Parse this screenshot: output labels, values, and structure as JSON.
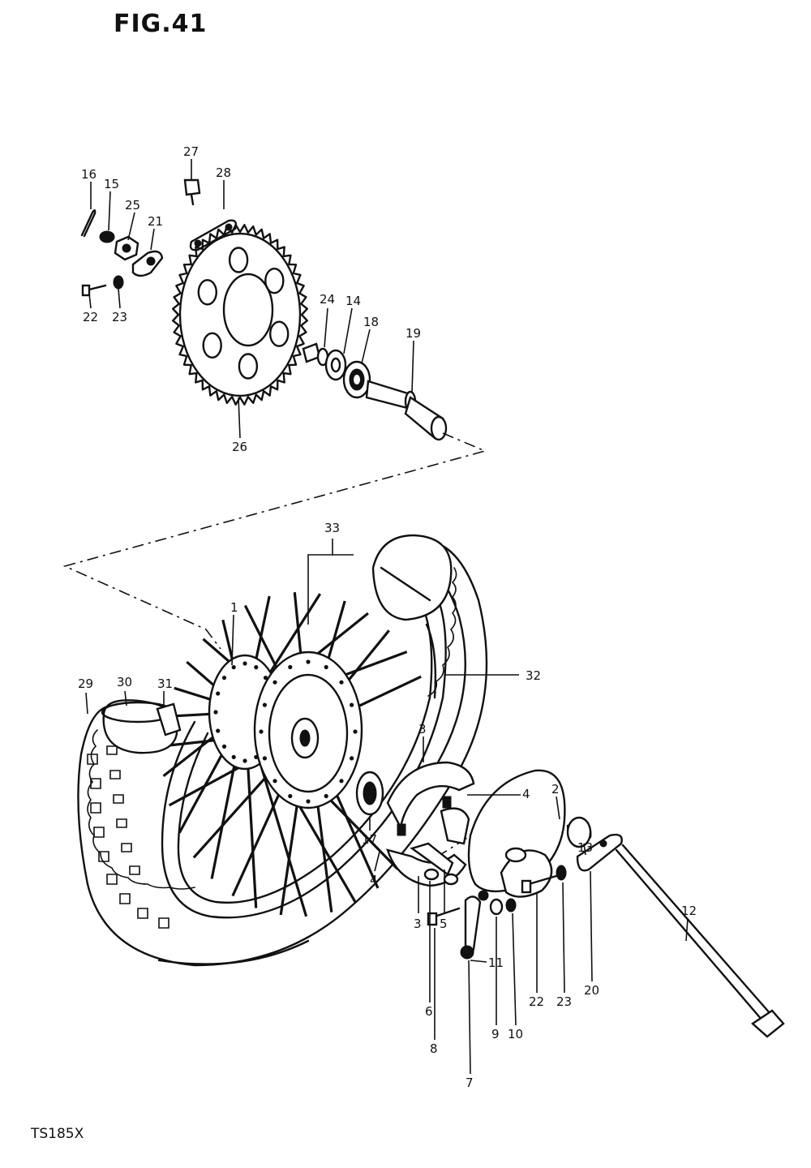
{
  "figure": {
    "title": "FIG.41",
    "model_code": "TS185X"
  },
  "callouts": [
    {
      "id": "c16",
      "label": "16"
    },
    {
      "id": "c15",
      "label": "15"
    },
    {
      "id": "c25",
      "label": "25"
    },
    {
      "id": "c21",
      "label": "21"
    },
    {
      "id": "c22a",
      "label": "22"
    },
    {
      "id": "c23a",
      "label": "23"
    },
    {
      "id": "c27",
      "label": "27"
    },
    {
      "id": "c28",
      "label": "28"
    },
    {
      "id": "c24",
      "label": "24"
    },
    {
      "id": "c14",
      "label": "14"
    },
    {
      "id": "c18",
      "label": "18"
    },
    {
      "id": "c19",
      "label": "19"
    },
    {
      "id": "c26",
      "label": "26"
    },
    {
      "id": "c33",
      "label": "33"
    },
    {
      "id": "c1",
      "label": "1"
    },
    {
      "id": "c32",
      "label": "32"
    },
    {
      "id": "c29",
      "label": "29"
    },
    {
      "id": "c30",
      "label": "30"
    },
    {
      "id": "c31",
      "label": "31"
    },
    {
      "id": "c3a",
      "label": "3"
    },
    {
      "id": "c4a",
      "label": "4"
    },
    {
      "id": "c2",
      "label": "2"
    },
    {
      "id": "c17",
      "label": "17"
    },
    {
      "id": "c4b",
      "label": "4"
    },
    {
      "id": "c3b",
      "label": "3"
    },
    {
      "id": "c5",
      "label": "5"
    },
    {
      "id": "c13",
      "label": "13"
    },
    {
      "id": "c12",
      "label": "12"
    },
    {
      "id": "c11",
      "label": "11"
    },
    {
      "id": "c6",
      "label": "6"
    },
    {
      "id": "c22b",
      "label": "22"
    },
    {
      "id": "c23b",
      "label": "23"
    },
    {
      "id": "c20",
      "label": "20"
    },
    {
      "id": "c8",
      "label": "8"
    },
    {
      "id": "c9",
      "label": "9"
    },
    {
      "id": "c10",
      "label": "10"
    },
    {
      "id": "c7",
      "label": "7"
    }
  ]
}
